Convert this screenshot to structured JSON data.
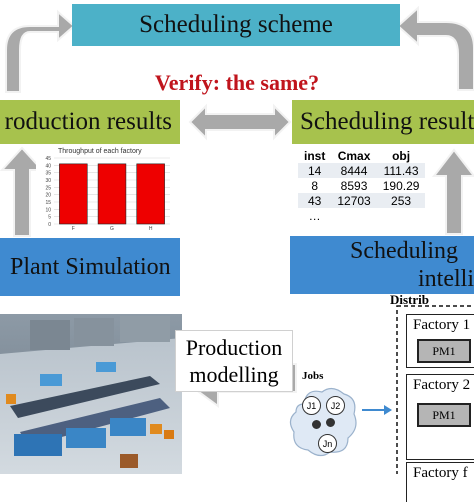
{
  "top": {
    "scheme_label": "Scheduling scheme",
    "verify_label": "Verify: the same?"
  },
  "left": {
    "production_results_label": "roduction results",
    "plant_label": "Plant Simulation"
  },
  "right": {
    "scheduling_results_label": "Scheduling result",
    "scheduling_intelligence_line1": "Scheduling",
    "scheduling_intelligence_line2": "intelli"
  },
  "bottom": {
    "production_modelling_line1": "Production",
    "production_modelling_line2": "modelling",
    "jobs_label": "Jobs",
    "jobs": [
      "J1",
      "J2",
      "Jn"
    ],
    "distributed_label": "Distrib",
    "factories": [
      {
        "name": "Factory 1",
        "machine": "PM1"
      },
      {
        "name": "Factory 2",
        "machine": "PM1"
      },
      {
        "name": "Factory f",
        "machine": ""
      }
    ]
  },
  "results_table": {
    "headers": [
      "inst",
      "Cmax",
      "obj"
    ],
    "rows": [
      [
        "14",
        "8444",
        "111.43"
      ],
      [
        "8",
        "8593",
        "190.29"
      ],
      [
        "43",
        "12703",
        "253"
      ],
      [
        "…",
        "",
        ""
      ]
    ]
  },
  "chart_data": {
    "type": "bar",
    "title": "Throughput of each factory",
    "categories": [
      "F",
      "G",
      "H"
    ],
    "values": [
      41,
      41,
      41
    ],
    "ylim": [
      0,
      45
    ],
    "yticks": [
      0,
      5,
      10,
      15,
      20,
      25,
      30,
      35,
      40,
      45
    ],
    "grid": true,
    "bar_color": "#ee0000"
  },
  "colors": {
    "teal": "#4cb1c8",
    "green": "#a7c24d",
    "blue": "#3f8ad0",
    "arrow_gray": "#a9a9a9",
    "verify_red": "#c0141c"
  }
}
